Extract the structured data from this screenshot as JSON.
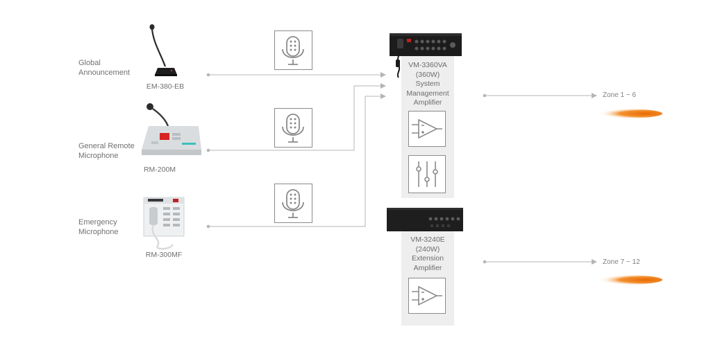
{
  "sources": [
    {
      "label_line1": "Global",
      "label_line2": "Announcement",
      "model": "EM-380-EB"
    },
    {
      "label_line1": "General Remote",
      "label_line2": "Microphone",
      "model": "RM-200M"
    },
    {
      "label_line1": "Emergency",
      "label_line2": "Microphone",
      "model": "RM-300MF"
    }
  ],
  "amplifiers": [
    {
      "lines": [
        "VM-3360VA",
        "(360W)",
        "System",
        "Management",
        "Amplifier"
      ]
    },
    {
      "lines": [
        "VM-3240E",
        "(240W)",
        "Extension",
        "Amplifier"
      ]
    }
  ],
  "zones": [
    {
      "label": "Zone 1 ~ 6"
    },
    {
      "label": "Zone 7 ~ 12"
    }
  ],
  "colors": {
    "line": "#b5b5b5",
    "panel": "#eeeeee",
    "icon_stroke": "#8a8a8a",
    "zone_glow": "#f07a10"
  },
  "icons": [
    "microphone-icon",
    "amplifier-icon",
    "equalizer-icon"
  ]
}
